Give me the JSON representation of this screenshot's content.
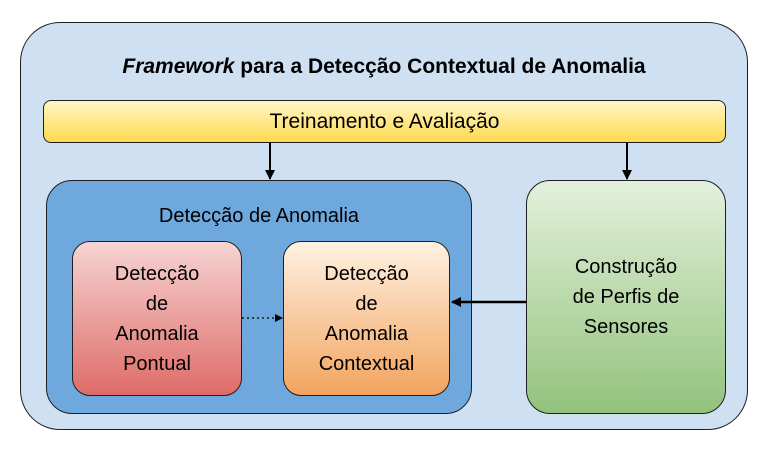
{
  "diagram": {
    "title_italic": "Framework",
    "title_rest": " para a Detecção Contextual de Anomalia",
    "training": "Treinamento e Avaliação",
    "anomaly_group": "Detecção de Anomalia",
    "point_anomaly": "Detecção\nde\nAnomalia\nPontual",
    "contextual_anomaly": "Detecção\nde\nAnomalia\nContextual",
    "sensor_profiles": "Construção\nde Perfis de\nSensores"
  },
  "colors": {
    "outer_fill": "#cfe0f3",
    "training_fill": "#ffd94f",
    "anomaly_fill": "#6fa8dc",
    "point_fill": "#de6c69",
    "contextual_fill": "#f2a45e",
    "profiles_fill": "#93c27c"
  }
}
